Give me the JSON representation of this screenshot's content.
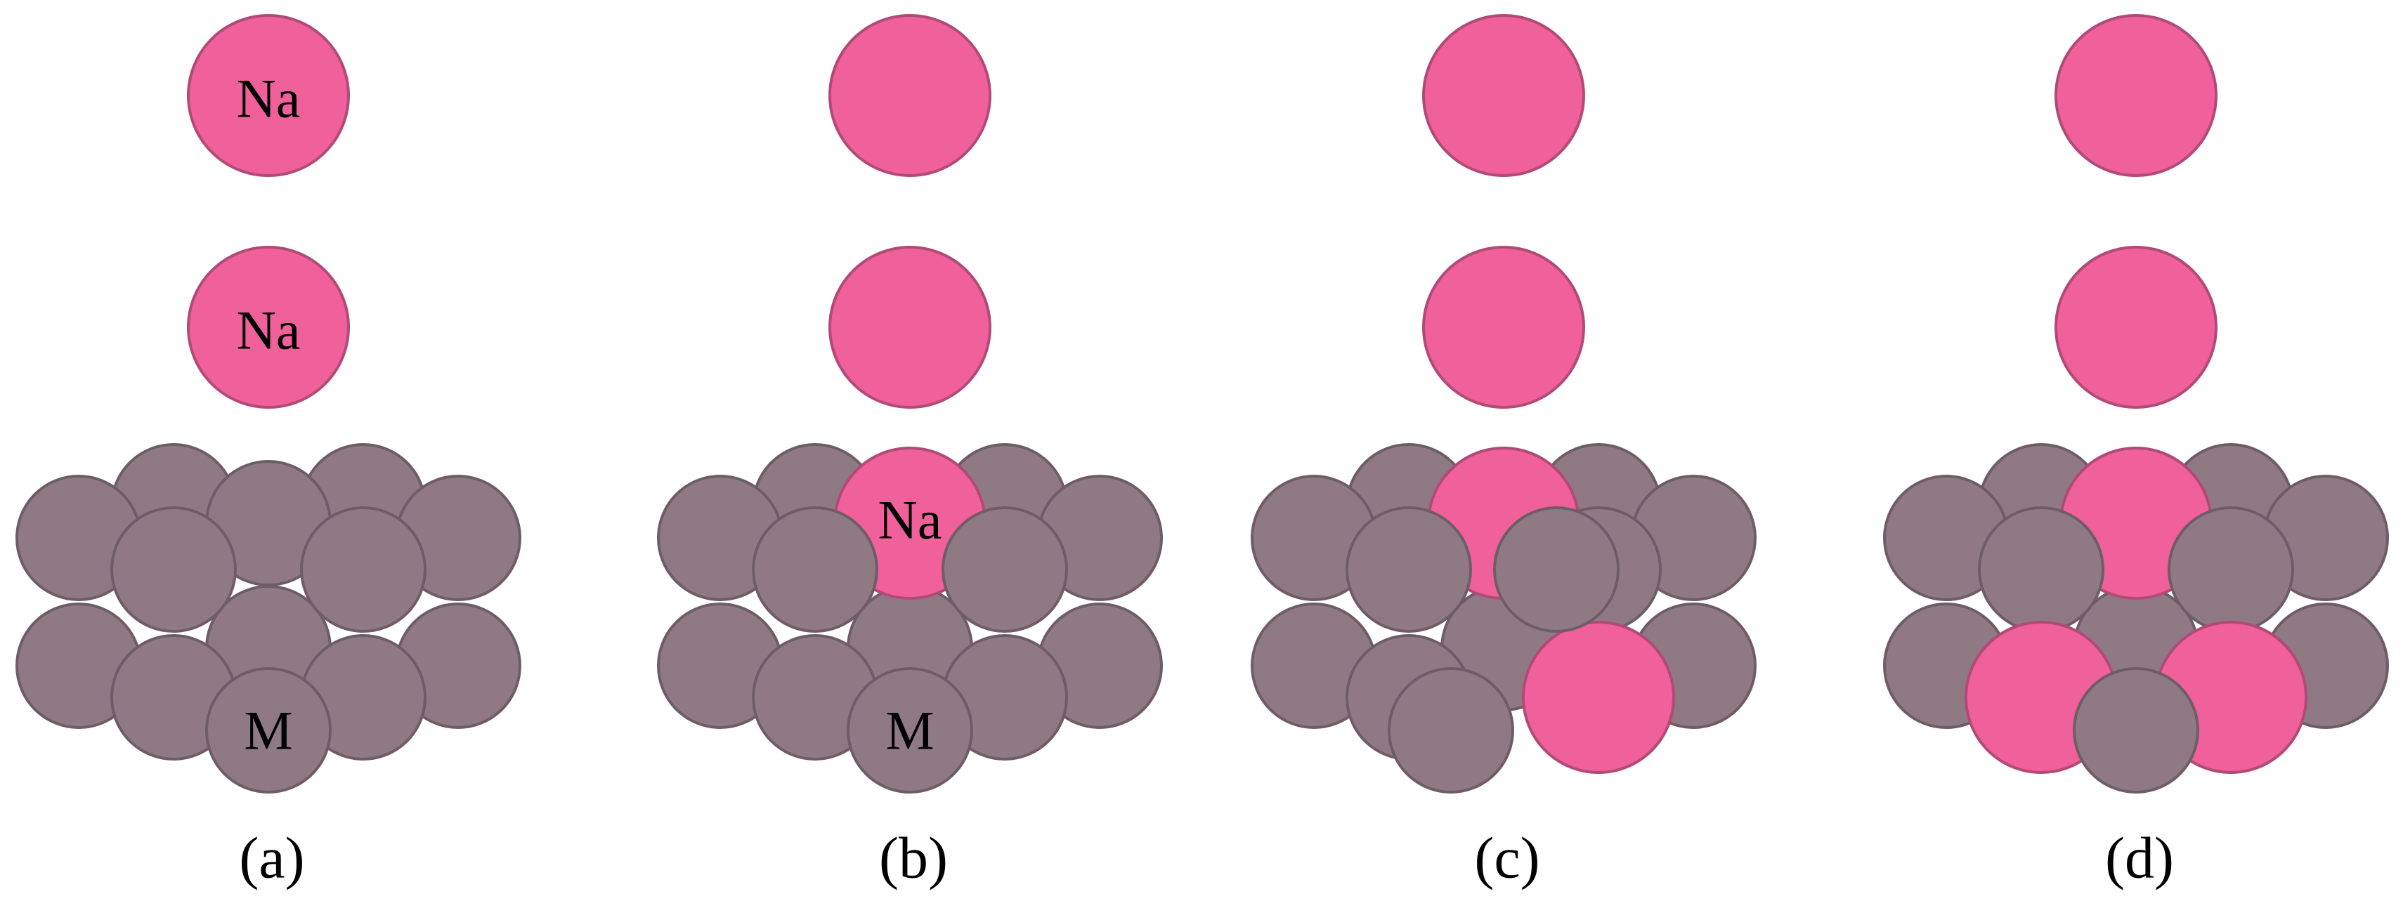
{
  "colors": {
    "substrate_atom": "#8f7a84",
    "sodium_atom": "#f0609a",
    "background": "#ffffff"
  },
  "atom_labels": {
    "sodium": "Na",
    "metal": "M"
  },
  "panels": [
    {
      "caption": "(a)",
      "sodium_in_slab": 0
    },
    {
      "caption": "(b)",
      "sodium_in_slab": 1
    },
    {
      "caption": "(c)",
      "sodium_in_slab": 2
    },
    {
      "caption": "(d)",
      "sodium_in_slab": 3
    }
  ]
}
